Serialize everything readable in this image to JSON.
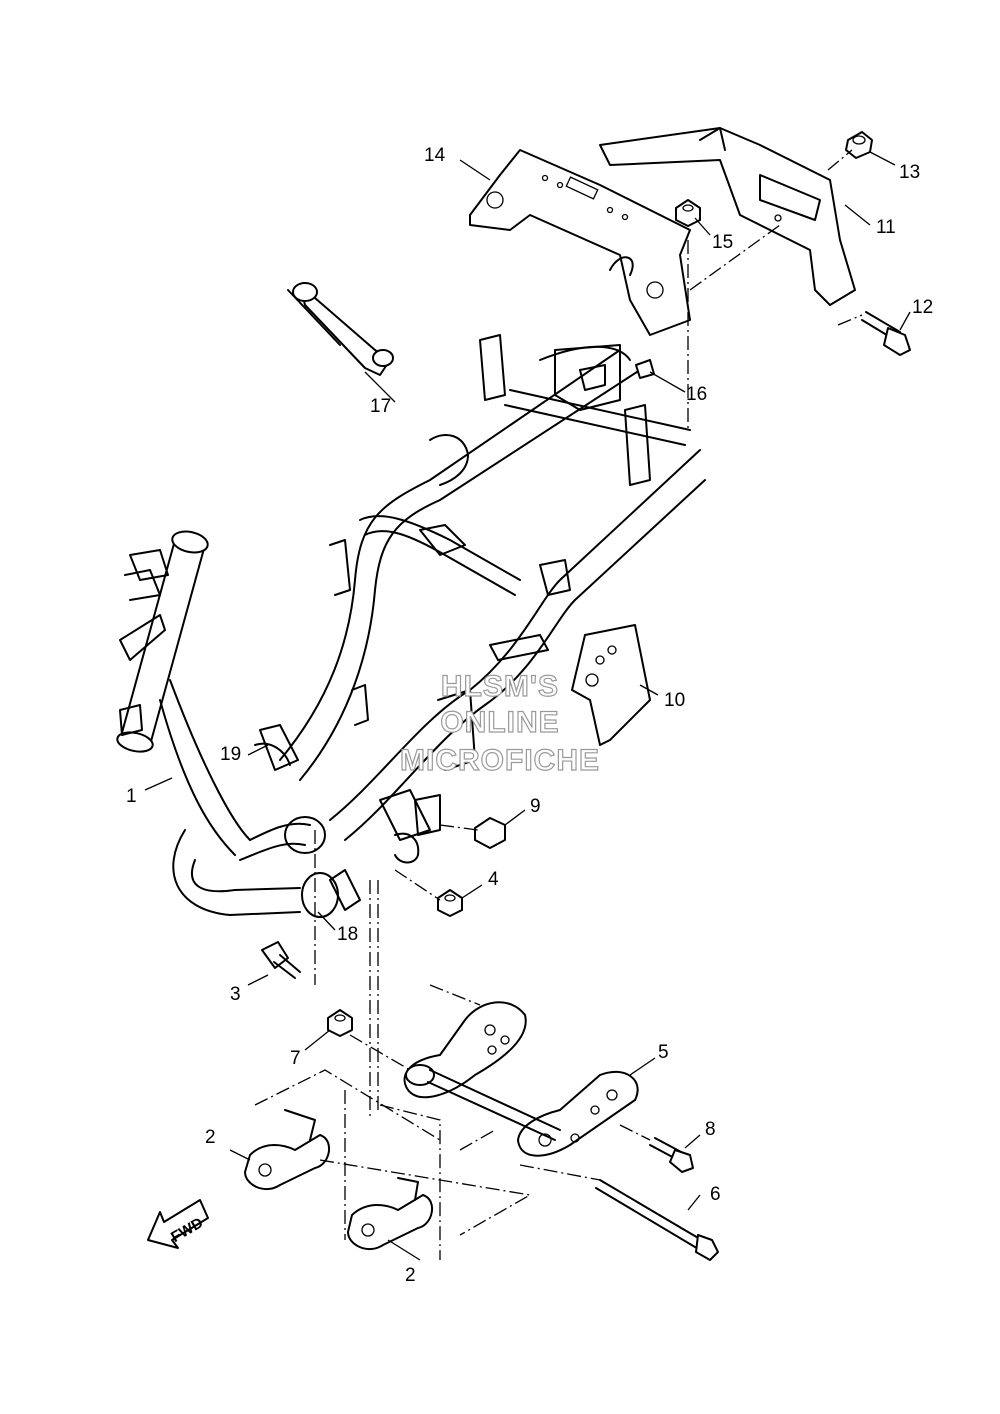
{
  "watermark": {
    "line1": "HLSM'S",
    "line2": "ONLINE",
    "line3": "MICROFICHE"
  },
  "direction_arrow": {
    "label": "FWD"
  },
  "callouts": {
    "c1": "1",
    "c2a": "2",
    "c2b": "2",
    "c3": "3",
    "c4": "4",
    "c5": "5",
    "c6": "6",
    "c7": "7",
    "c8": "8",
    "c9": "9",
    "c10": "10",
    "c11": "11",
    "c12": "12",
    "c13": "13",
    "c14": "14",
    "c15": "15",
    "c16": "16",
    "c17": "17",
    "c18": "18",
    "c19": "19"
  }
}
